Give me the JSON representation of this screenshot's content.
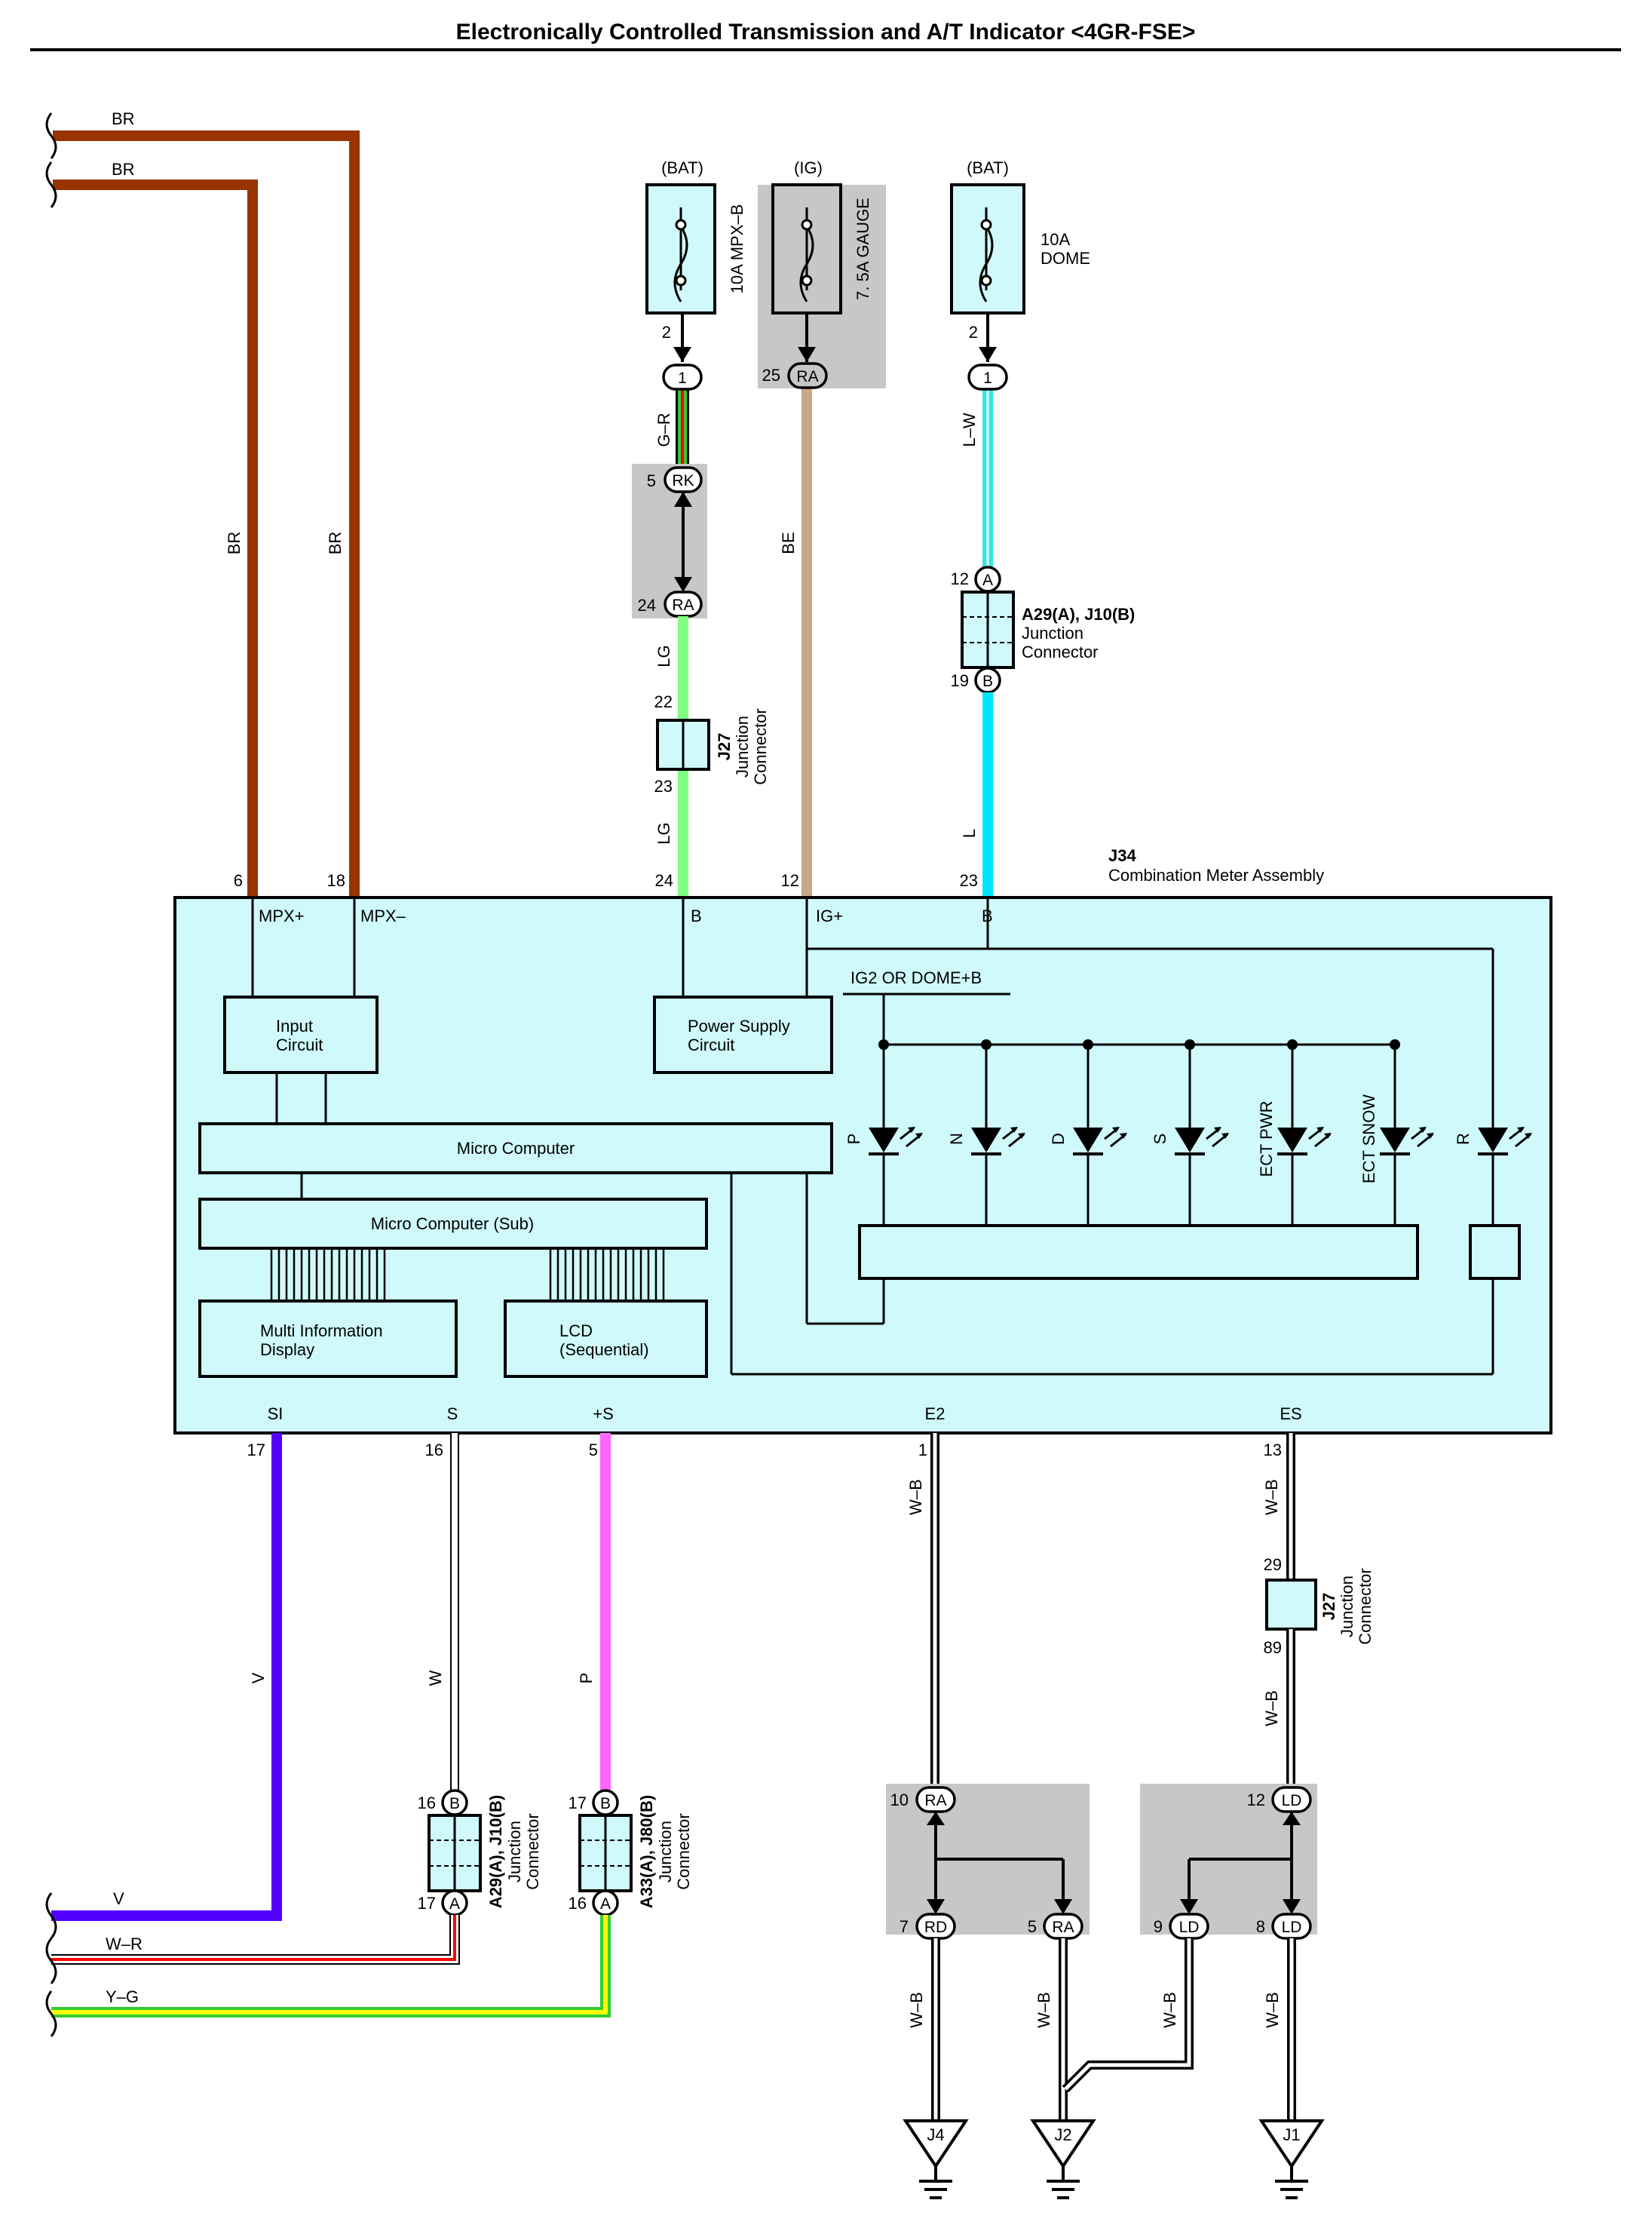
{
  "title": "Electronically Controlled Transmission and A/T Indicator <4GR-FSE>",
  "left_wires": {
    "br1": "BR",
    "br2": "BR",
    "br_vert1": "BR",
    "br_vert2": "BR",
    "v": "V",
    "wr": "W–R",
    "yg": "Y–G"
  },
  "fuses": {
    "f1": {
      "source": "(BAT)",
      "name": "10A MPX–B",
      "pin": "2",
      "conn": "1"
    },
    "f2": {
      "source": "(IG)",
      "name": "7. 5A GAUGE",
      "pin": "25",
      "conn": "RA"
    },
    "f3": {
      "source": "(BAT)",
      "name_line1": "10A",
      "name_line2": "DOME",
      "pin": "2",
      "conn": "1"
    }
  },
  "wire_colors": {
    "gr": "G–R",
    "lg1": "LG",
    "lg2": "LG",
    "be": "BE",
    "lw": "L–W",
    "l": "L",
    "v": "V",
    "w": "W",
    "p": "P",
    "wb1": "W–B",
    "wb2": "W–B",
    "wb3": "W–B",
    "wb4": "W–B",
    "wb5": "W–B",
    "wb6": "W–B",
    "wb7": "W–B"
  },
  "connectors": {
    "rk_pin": "5",
    "rk": "RK",
    "ra_pin": "24",
    "ra": "RA",
    "j27a_p1": "22",
    "j27a_p2": "23",
    "j27_name": "J27",
    "j27_desc1": "Junction",
    "j27_desc2": "Connector",
    "a29_p1": "12",
    "a29_c1": "A",
    "a29_p2": "19",
    "a29_c2": "B",
    "a29_name": "A29(A), J10(B)",
    "a29_desc1": "Junction",
    "a29_desc2": "Connector",
    "j27b_p1": "29",
    "j27b_p2": "89",
    "a29b_p1": "16",
    "a29b_c1": "B",
    "a29b_p2": "17",
    "a29b_c2": "A",
    "a33_p1": "17",
    "a33_c1": "B",
    "a33_p2": "16",
    "a33_c2": "A",
    "a33_name": "A33(A), J80(B)",
    "ra10": "10",
    "ra10c": "RA",
    "rd7": "7",
    "rd7c": "RD",
    "ra5": "5",
    "ra5c": "RA",
    "ld12": "12",
    "ld12c": "LD",
    "ld9": "9",
    "ld9c": "LD",
    "ld8": "8",
    "ld8c": "LD"
  },
  "meter": {
    "code": "J34",
    "name": "Combination Meter Assembly",
    "pins_top": [
      "6",
      "18",
      "24",
      "12",
      "23"
    ],
    "labels_top": [
      "MPX+",
      "MPX–",
      "B",
      "IG+",
      "B"
    ],
    "pins_bot": [
      "17",
      "16",
      "5",
      "1",
      "13"
    ],
    "labels_bot": [
      "SI",
      "S",
      "+S",
      "E2",
      "ES"
    ],
    "input_circuit_1": "Input",
    "input_circuit_2": "Circuit",
    "power_supply_1": "Power Supply",
    "power_supply_2": "Circuit",
    "ig2": "IG2 OR DOME+B",
    "micro": "Micro Computer",
    "micro_sub": "Micro Computer (Sub)",
    "mid_1": "Multi Information",
    "mid_2": "Display",
    "lcd_1": "LCD",
    "lcd_2": "(Sequential)",
    "leds": [
      "P",
      "N",
      "D",
      "S",
      "ECT PWR",
      "ECT SNOW",
      "R"
    ]
  },
  "grounds": [
    "J4",
    "J2",
    "J1"
  ],
  "colors": {
    "br": "#993300",
    "gr": "#33cc33",
    "lg": "#80ff80",
    "be": "#c8a88a",
    "lw": "#33e6e6",
    "l": "#00e5ff",
    "v": "#5500ff",
    "p": "#ff66ff",
    "red": "#ff0000",
    "yellow": "#ffff00",
    "box": "#cff9fb",
    "gray": "#c7c7c7"
  }
}
